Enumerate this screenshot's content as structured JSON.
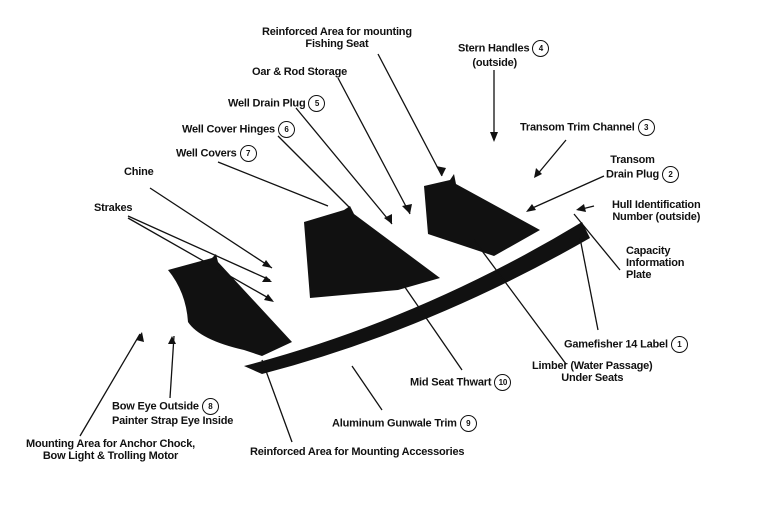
{
  "labels": {
    "reinforced_seat": [
      "Reinforced Area for mounting",
      "Fishing Seat"
    ],
    "oar_rod": "Oar & Rod Storage",
    "stern_handles": [
      "Stern Handles",
      "(outside)"
    ],
    "stern_handles_num": "4",
    "well_drain_plug": "Well Drain Plug",
    "well_drain_plug_num": "5",
    "transom_trim_channel": "Transom Trim Channel",
    "transom_trim_channel_num": "3",
    "well_cover_hinges": "Well Cover Hinges",
    "well_cover_hinges_num": "6",
    "well_covers": "Well Covers",
    "well_covers_num": "7",
    "transom_drain_plug": [
      "Transom",
      "Drain Plug"
    ],
    "transom_drain_plug_num": "2",
    "chine": "Chine",
    "hull_id": [
      "Hull Identification",
      "Number (outside)"
    ],
    "strakes": "Strakes",
    "capacity": [
      "Capacity",
      "Information",
      "Plate"
    ],
    "gamefisher_label": "Gamefisher 14 Label",
    "gamefisher_label_num": "1",
    "limber": [
      "Limber (Water Passage)",
      "Under Seats"
    ],
    "mid_seat_thwart": "Mid Seat Thwart",
    "mid_seat_thwart_num": "10",
    "bow_eye": [
      "Bow Eye Outside",
      "Painter Strap Eye Inside"
    ],
    "bow_eye_num": "8",
    "gunwale_trim": "Aluminum Gunwale Trim",
    "gunwale_trim_num": "9",
    "mounting_anchor": [
      "Mounting Area for Anchor Chock,",
      "Bow Light & Trolling Motor"
    ],
    "reinforced_accessories": "Reinforced Area for Mounting Accessories"
  },
  "colors": {
    "ink": "#111111",
    "background": "#ffffff"
  }
}
